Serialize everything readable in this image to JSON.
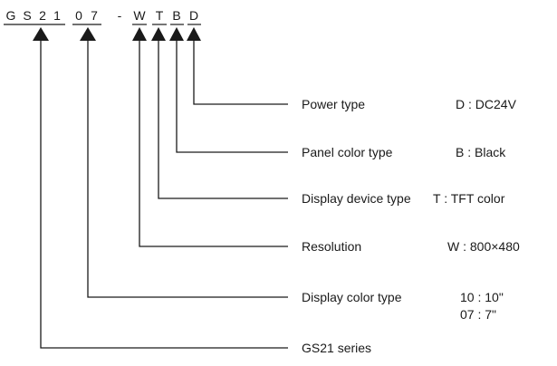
{
  "model_code": {
    "chars": [
      "G",
      "S",
      "2",
      "1",
      "0",
      "7",
      "-",
      "W",
      "T",
      "B",
      "D"
    ]
  },
  "fields": [
    {
      "name": "Power type",
      "value_lines": [
        "D : DC24V"
      ]
    },
    {
      "name": "Panel color type",
      "value_lines": [
        "B : Black"
      ]
    },
    {
      "name": "Display device type",
      "value_lines": [
        "T : TFT color"
      ]
    },
    {
      "name": "Resolution",
      "value_lines": [
        "W : 800×480"
      ]
    },
    {
      "name": "Display color type",
      "value_lines": [
        "10 : 10\"",
        "07 : 7\""
      ]
    },
    {
      "name": "GS21 series",
      "value_lines": []
    }
  ],
  "colors": {
    "ink": "#1a1a1a",
    "background": "#ffffff"
  }
}
